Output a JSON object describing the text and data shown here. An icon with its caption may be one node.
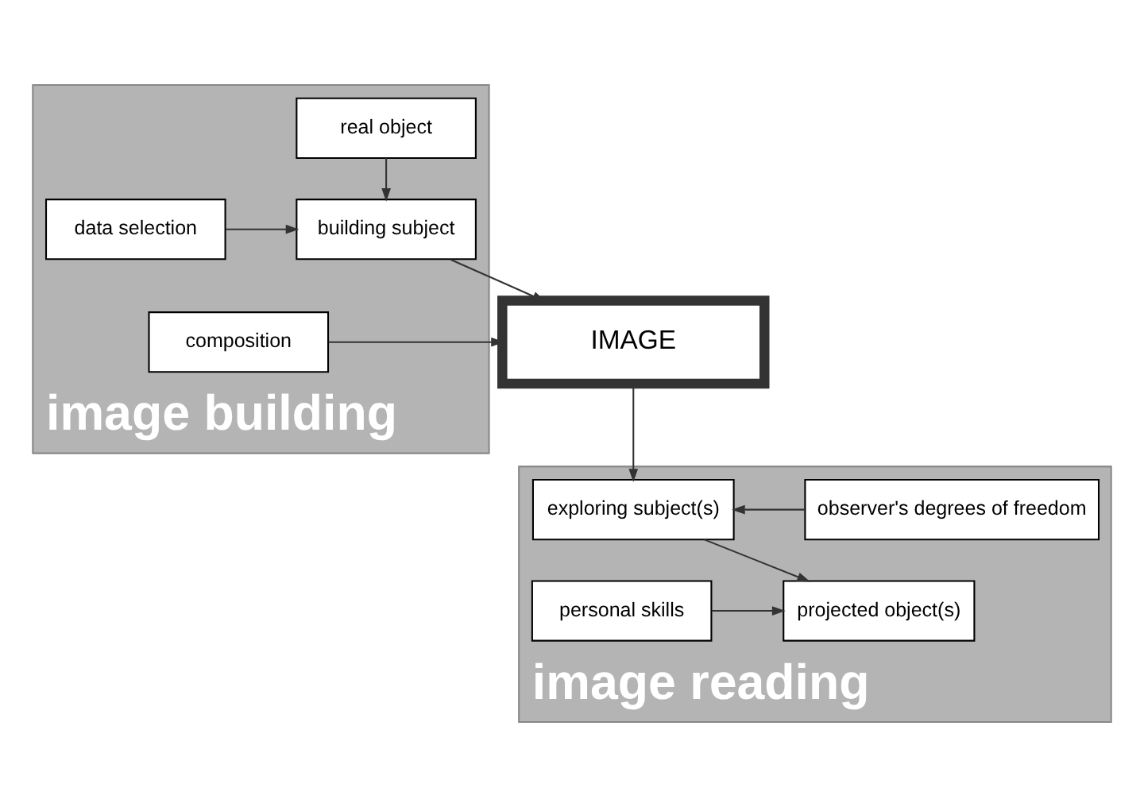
{
  "diagram": {
    "nodes": [
      {
        "text": [
          "image building"
        ]
      },
      {
        "text": [
          "real object"
        ],
        "in": 0
      },
      {
        "text": [
          "data selection"
        ],
        "in": 0
      },
      {
        "text": [
          "building subject"
        ],
        "in": 0
      },
      {
        "text": [
          "composition"
        ],
        "in": 0
      },
      {
        "text": [
          "IMAGE"
        ]
      },
      {
        "text": [
          "image reading"
        ]
      },
      {
        "text": [
          "observer's degrees of freedom"
        ],
        "in": 6
      },
      {
        "text": [
          "exploring subject(s)"
        ],
        "in": 6
      },
      {
        "text": [
          "personal skills"
        ],
        "in": 6
      },
      {
        "text": [
          "projected object(s)"
        ],
        "in": 6
      }
    ],
    "edges": [
      {
        "from": 1,
        "to": 3,
        "arrow": "to"
      },
      {
        "from": 2,
        "to": 3,
        "arrow": "to"
      },
      {
        "from": 3,
        "to": 5,
        "arrow": "to"
      },
      {
        "from": 4,
        "to": 5,
        "arrow": "to"
      },
      {
        "from": 5,
        "to": 8,
        "arrow": "to"
      },
      {
        "from": 7,
        "to": 8,
        "arrow": "to"
      },
      {
        "from": 8,
        "to": 10,
        "arrow": "to"
      },
      {
        "from": 9,
        "to": 10,
        "arrow": "to"
      }
    ]
  }
}
